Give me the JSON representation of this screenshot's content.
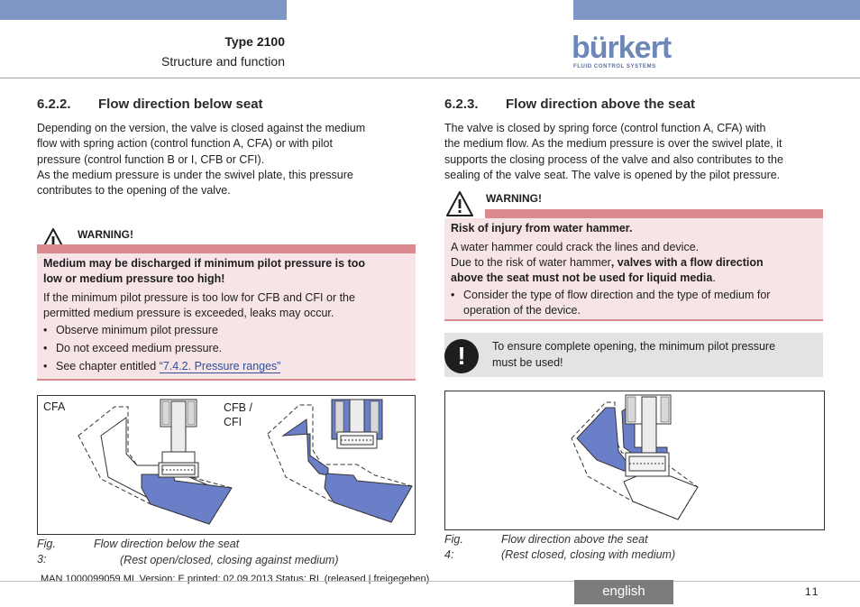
{
  "header": {
    "type_label": "Type 2100",
    "subtitle": "Structure and function",
    "logo_text": "bürkert",
    "logo_tagline": "FLUID CONTROL SYSTEMS",
    "bar_color": "#7f97c7"
  },
  "left": {
    "section_number": "6.2.2.",
    "section_title": "Flow direction below seat",
    "intro_lines": [
      "Depending on the version, the valve is closed against the medium",
      "flow with spring action (control function A, CFA) or with pilot",
      "pressure (control function B or I, CFB or CFI).",
      "As the medium pressure is under the swivel plate, this pressure",
      "contributes to the opening of the valve."
    ],
    "warning": {
      "label": "WARNING!",
      "lead_lines": [
        "Medium may be discharged if minimum pilot pressure is too",
        "low or medium pressure too high!"
      ],
      "body_lines": [
        "If the minimum pilot pressure is too low for CFB and CFI or the",
        "permitted medium pressure is exceeded, leaks may occur."
      ],
      "bullets": [
        "Observe minimum pilot pressure",
        "Do not exceed medium pressure."
      ],
      "bullet3_prefix": "See chapter entitled ",
      "bullet3_link": "“7.4.2. Pressure ranges”"
    },
    "figure": {
      "label_cfa": "CFA",
      "label_cfb_line1": "CFB /",
      "label_cfb_line2": "CFI"
    },
    "caption": {
      "number": "Fig. 3:",
      "line1": "Flow direction below the seat",
      "line2": "(Rest open/closed, closing against medium)"
    }
  },
  "right": {
    "section_number": "6.2.3.",
    "section_title": "Flow direction above the seat",
    "intro_lines": [
      "The valve is closed by spring force (control function A, CFA) with",
      "the medium flow. As the medium pressure is over the swivel plate, it",
      "supports the closing process of the valve and also contributes to the",
      "sealing of the valve seat. The valve is opened by the pilot pressure."
    ],
    "warning": {
      "label": "WARNING!",
      "lead": "Risk of injury from water hammer.",
      "body_line1": "A water hammer could crack the lines and device.",
      "body_line2_prefix": "Due to the risk of water hammer",
      "body_line2_bold": ", valves with a flow direction",
      "body_line3_bold": "above the seat must not be used for liquid media",
      "body_line3_suffix": ".",
      "bullet_lines": [
        "Consider the type of flow direction and the type of medium for",
        "operation of the device."
      ]
    },
    "notice": {
      "icon_glyph": "!",
      "lines": [
        "To ensure complete opening, the minimum pilot pressure",
        "must be used!"
      ]
    },
    "caption": {
      "number": "Fig. 4:",
      "line1": "Flow direction above the seat",
      "line2": "(Rest closed, closing with medium)"
    }
  },
  "footer": {
    "meta": "MAN  1000099059  ML  Version: E  printed: 02.09.2013 Status: RL (released | freigegeben)",
    "language": "english",
    "page_number": "11"
  },
  "colors": {
    "warning_band": "#db8a90",
    "warning_bg": "#f7e4e6",
    "medium_blue": "#6b7fc9",
    "notice_bg": "#e3e3e3",
    "language_tab": "#7c7c7c"
  }
}
